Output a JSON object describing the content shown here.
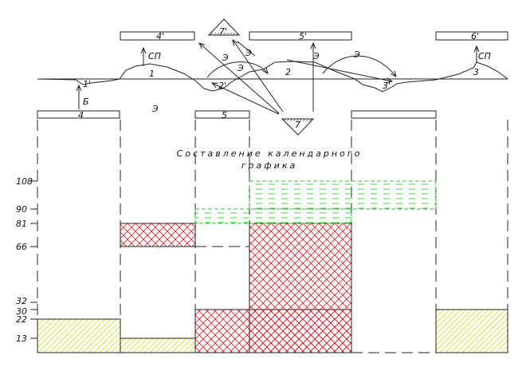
{
  "scheme": {
    "profile_points": [
      {
        "label": "1'",
        "kind": "cut"
      },
      {
        "label": "2'",
        "kind": "cut"
      },
      {
        "label": "3'",
        "kind": "cut"
      }
    ],
    "zones": [
      {
        "label": "1"
      },
      {
        "label": "2"
      },
      {
        "label": "3"
      }
    ],
    "fill_boxes": [
      {
        "label": "4'"
      },
      {
        "label": "5'"
      },
      {
        "label": "6'"
      }
    ],
    "cut_boxes": [
      {
        "label": "4"
      },
      {
        "label": "5"
      }
    ],
    "reserve_top": "7'",
    "reserve_bottom": "7",
    "arrow_tags": {
      "sp": "СП",
      "b": "Б",
      "e": "Э"
    },
    "colors": {
      "ink": "#222222",
      "cut_hatch": "#e8222a",
      "fill_hatch": "#d9d92a",
      "green_hatch": "#22cc22"
    }
  },
  "caption": {
    "line1": "Составление календарного",
    "line2": "графика"
  },
  "chart_data": {
    "type": "gantt",
    "y_ticks": [
      13,
      22,
      30,
      32,
      66,
      81,
      90,
      108
    ],
    "bars": [
      {
        "id": "yellow-1",
        "fill": "yellow",
        "y": [
          0,
          22
        ]
      },
      {
        "id": "yellow-2",
        "fill": "yellow",
        "y": [
          0,
          13
        ]
      },
      {
        "id": "red-a",
        "fill": "red",
        "y": [
          66,
          81
        ]
      },
      {
        "id": "red-b",
        "fill": "red",
        "y": [
          0,
          30
        ]
      },
      {
        "id": "red-c",
        "fill": "red",
        "y": [
          0,
          81
        ]
      },
      {
        "id": "green-a",
        "fill": "green",
        "y": [
          81,
          90
        ]
      },
      {
        "id": "green-b",
        "fill": "green",
        "y": [
          90,
          108
        ]
      },
      {
        "id": "yellow-3",
        "fill": "yellow",
        "y": [
          0,
          30
        ]
      }
    ]
  }
}
